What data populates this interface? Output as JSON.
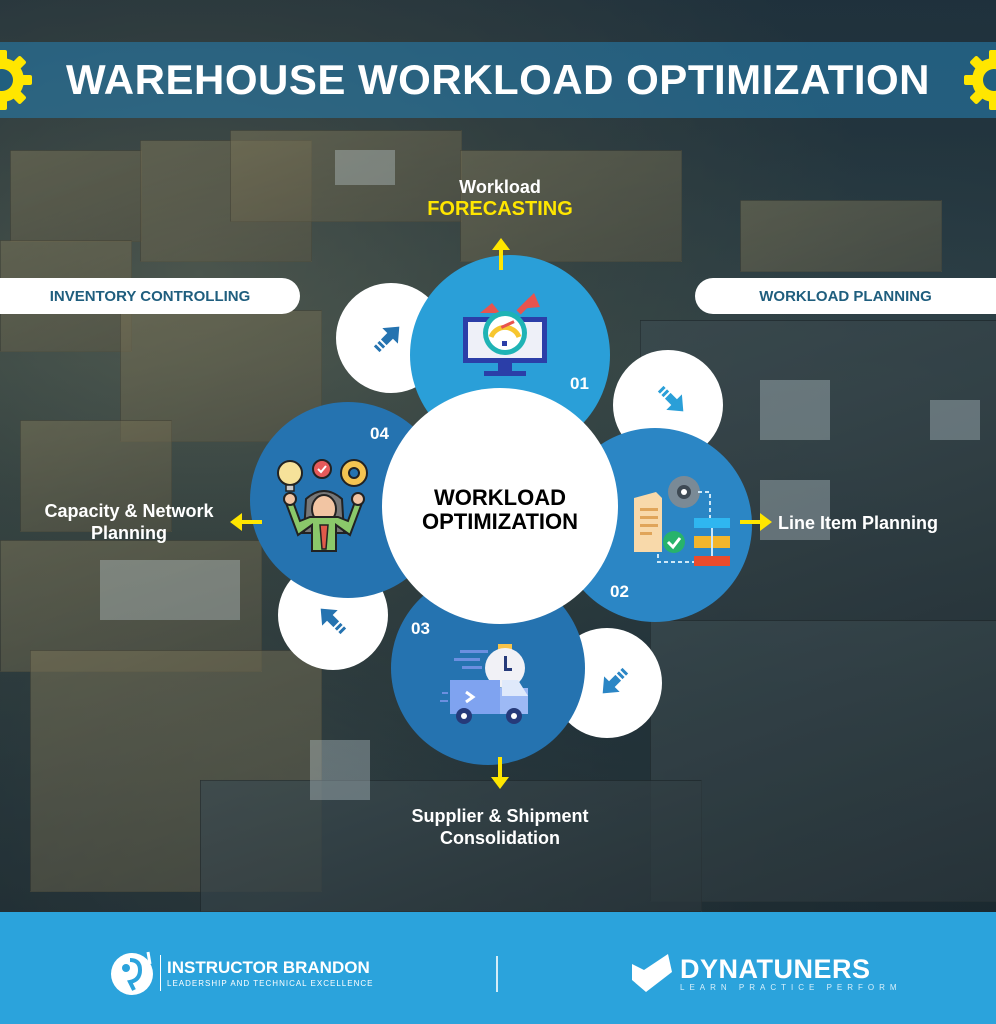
{
  "header": {
    "title": "WAREHOUSE WORKLOAD OPTIMIZATION",
    "left_icon": "gear-icon",
    "right_icon": "gear-icon"
  },
  "side_pills": {
    "left": "INVENTORY CONTROLLING",
    "right": "WORKLOAD PLANNING"
  },
  "center": {
    "line1": "WORKLOAD",
    "line2": "OPTIMIZATION"
  },
  "steps": [
    {
      "number": "01",
      "label_line1": "Workload",
      "label_line2": "FORECASTING",
      "icon": "monitor-speedometer-icon",
      "color": "#2a9fd8"
    },
    {
      "number": "02",
      "label_line1": "Line Item Planning",
      "label_line2": "",
      "icon": "document-gear-flowchart-icon",
      "color": "#2b86c5"
    },
    {
      "number": "03",
      "label_line1": "Supplier & Shipment",
      "label_line2": "Consolidation",
      "icon": "delivery-truck-clock-icon",
      "color": "#2573b0"
    },
    {
      "number": "04",
      "label_line1": "Capacity & Network",
      "label_line2": "Planning",
      "icon": "woman-ideas-gear-icon",
      "color": "#2573b0"
    }
  ],
  "colors": {
    "accent_yellow": "#ffe600",
    "footer_blue": "#2ba3dc",
    "pill_text": "#1f5e7e",
    "title_band": "#2682b4"
  },
  "footer": {
    "brand_left": {
      "name": "INSTRUCTOR BRANDON",
      "tagline": "LEADERSHIP AND TECHNICAL EXCELLENCE",
      "icon": "instructor-brandon-logo-icon"
    },
    "brand_right": {
      "name": "DYNATUNERS",
      "tagline": "LEARN PRACTICE PERFORM",
      "icon": "checkmark-logo-icon"
    }
  }
}
